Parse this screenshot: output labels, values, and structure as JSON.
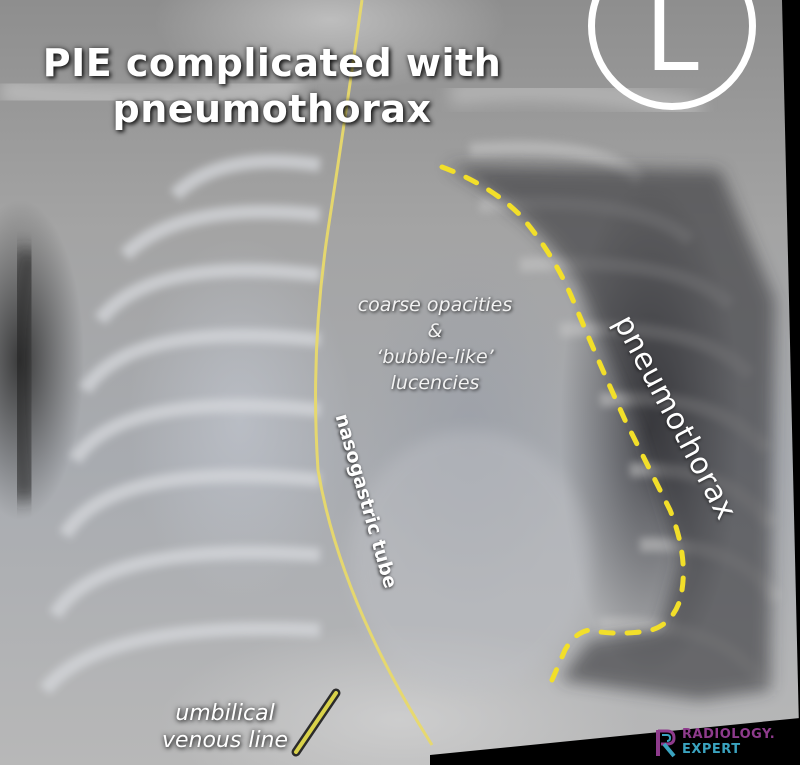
{
  "image": {
    "type": "annotated neonatal chest radiograph",
    "title_lines": [
      "PIE complicated with",
      "pneumothorax"
    ],
    "side_marker": "L",
    "annotations": {
      "opacities": [
        "coarse opacities",
        "&",
        "‘bubble-like’",
        "lucencies"
      ],
      "nasogastric_tube": "nasogastric tube",
      "pneumothorax": "pneumothorax",
      "umbilical_venous_line": [
        "umbilical",
        "venous line"
      ]
    },
    "logo": {
      "line1": "RADIOLOGY.",
      "line2": "EXPERT"
    },
    "colors": {
      "annotation_yellow": "#f2df2a",
      "tube_yellow": "#e8d96a",
      "logo_purple": "#8e3b8c",
      "logo_teal": "#3aa3bf",
      "text_white": "#ffffff"
    }
  }
}
